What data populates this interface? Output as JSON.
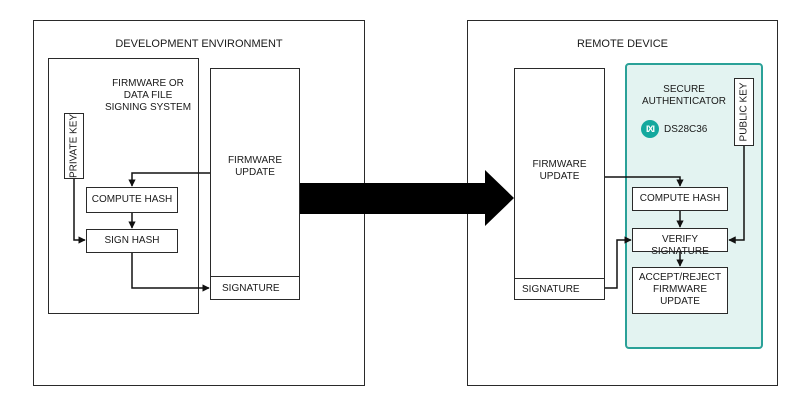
{
  "dev_env": {
    "title": "DEVELOPMENT ENVIRONMENT",
    "signing_system_label": "FIRMWARE OR\nDATA FILE\nSIGNING SYSTEM",
    "private_key": "PRIVATE KEY",
    "compute_hash": "COMPUTE HASH",
    "sign_hash": "SIGN HASH",
    "firmware_update": "FIRMWARE\nUPDATE",
    "signature": "SIGNATURE"
  },
  "remote": {
    "title": "REMOTE DEVICE",
    "firmware_update": "FIRMWARE\nUPDATE",
    "signature": "SIGNATURE",
    "authenticator_label": "SECURE\nAUTHENTICATOR",
    "logo_text": "IXI",
    "part_number": "DS28C36",
    "public_key": "PUBLIC KEY",
    "compute_hash": "COMPUTE HASH",
    "verify_signature": "VERIFY SIGNATURE",
    "accept_reject": "ACCEPT/REJECT\nFIRMWARE\nUPDATE"
  },
  "colors": {
    "teal_border": "#2aa198",
    "teal_fill": "#e3f3f1",
    "line": "#111111"
  }
}
